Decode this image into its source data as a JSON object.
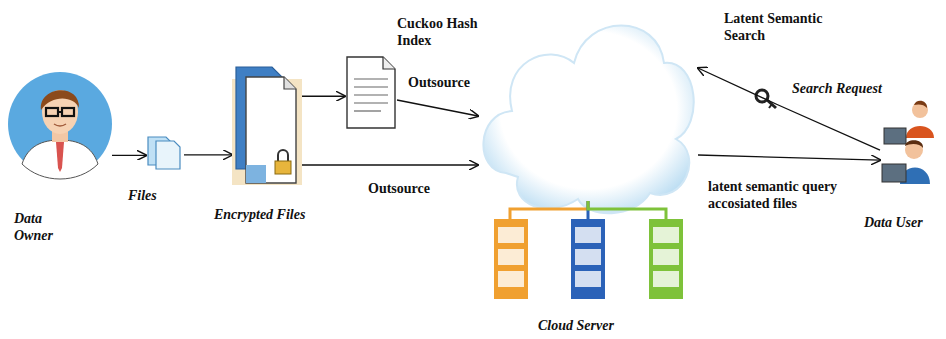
{
  "diagram": {
    "nodes": [
      {
        "text": [
          "Data Owner"
        ]
      },
      {
        "text": [
          "Files"
        ]
      },
      {
        "text": [
          "Encrypted Files"
        ]
      },
      {
        "text": [
          "Cuckoo Hash Index"
        ]
      },
      {
        "text": [
          "Cloud Server"
        ]
      },
      {
        "text": [
          "Data User"
        ]
      }
    ],
    "edges": [
      {
        "from": 0,
        "to": 1,
        "arrow": "to"
      },
      {
        "from": 1,
        "to": 2,
        "arrow": "to"
      },
      {
        "from": 2,
        "to": 3,
        "arrow": "to"
      },
      {
        "from": 3,
        "to": 4,
        "label": "Outsource",
        "arrow": "to"
      },
      {
        "from": 2,
        "to": 4,
        "label": "Outsource",
        "arrow": "to"
      },
      {
        "from": 5,
        "to": 4,
        "label": "Search Request",
        "arrow": "to"
      },
      {
        "from": 4,
        "to": 5,
        "label": "latent semantic query accosiated files",
        "arrow": "to"
      }
    ],
    "labels": [
      "Latent Semantic Search"
    ]
  }
}
